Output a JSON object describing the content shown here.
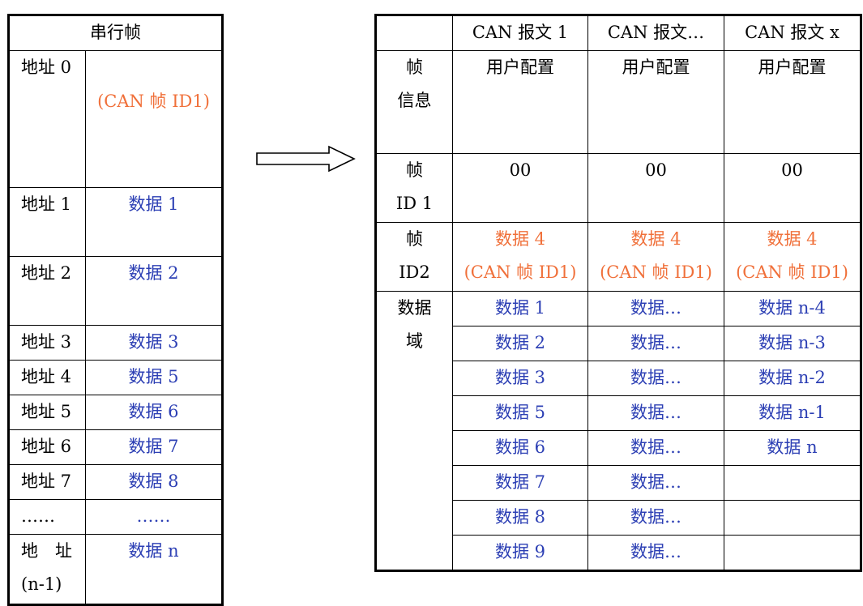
{
  "left_table": {
    "header": "串行帧",
    "rows": [
      {
        "addr": "地址 0",
        "value": "(CAN 帧 ID1)"
      },
      {
        "addr": "地址 1",
        "value": "数据 1"
      },
      {
        "addr": "地址 2",
        "value": "数据 2"
      },
      {
        "addr": "地址 3",
        "value": "数据 3"
      },
      {
        "addr": "地址 4",
        "value": "数据 5"
      },
      {
        "addr": "地址 5",
        "value": "数据 6"
      },
      {
        "addr": "地址 6",
        "value": "数据 7"
      },
      {
        "addr": "地址 7",
        "value": "数据 8"
      },
      {
        "addr": "……",
        "value": "……"
      },
      {
        "addr_line1": "地　址",
        "addr_line2": "(n-1)",
        "value": "数据 n"
      }
    ]
  },
  "right_table": {
    "columns": [
      "CAN 报文 1",
      "CAN 报文…",
      "CAN 报文 x"
    ],
    "frame_info": {
      "label1": "帧",
      "label2": "信息",
      "values": [
        "用户配置",
        "用户配置",
        "用户配置"
      ]
    },
    "frame_id1": {
      "label1": "帧",
      "label2": "ID 1",
      "values": [
        "00",
        "00",
        "00"
      ]
    },
    "frame_id2": {
      "label1": "帧",
      "label2": "ID2",
      "line1": [
        "数据 4",
        "数据 4",
        "数据 4"
      ],
      "line2": [
        "(CAN 帧 ID1)",
        "(CAN 帧 ID1)",
        "(CAN 帧 ID1)"
      ]
    },
    "data_field": {
      "label1": "数据",
      "label2": "域",
      "rows": [
        [
          "数据 1",
          "数据…",
          "数据 n-4"
        ],
        [
          "数据 2",
          "数据…",
          "数据 n-3"
        ],
        [
          "数据 3",
          "数据…",
          "数据 n-2"
        ],
        [
          "数据 5",
          "数据…",
          "数据 n-1"
        ],
        [
          "数据 6",
          "数据…",
          "数据 n"
        ],
        [
          "数据 7",
          "数据…",
          ""
        ],
        [
          "数据 8",
          "数据…",
          ""
        ],
        [
          "数据 9",
          "数据…",
          ""
        ]
      ]
    }
  },
  "colors": {
    "blue": "#2c3fb4",
    "orange": "#f0703a"
  },
  "arrow_icon": "right-arrow-icon"
}
